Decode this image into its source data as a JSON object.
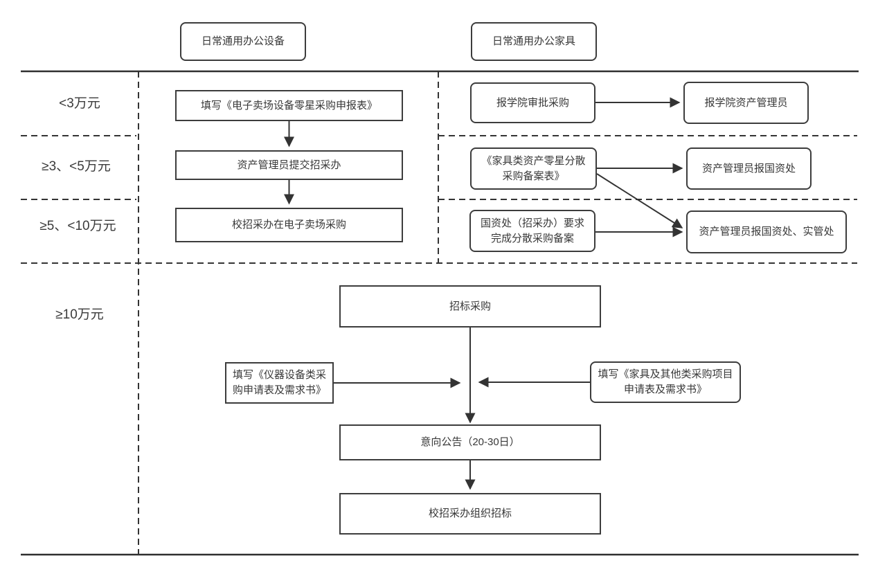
{
  "headers": {
    "equipment": "日常通用办公设备",
    "furniture": "日常通用办公家具"
  },
  "row_labels": {
    "r1": "<3万元",
    "r2": "≥3、<5万元",
    "r3": "≥5、<10万元",
    "r4": "≥10万元"
  },
  "equipment_flow": {
    "step1": "填写《电子卖场设备零星采购申报表》",
    "step2": "资产管理员提交招采办",
    "step3": "校招采办在电子卖场采购"
  },
  "furniture_flow": {
    "r1_source": "报学院审批采购",
    "r1_target": "报学院资产管理员",
    "r2_source": "《家具类资产零星分散采购备案表》",
    "r2_target": "资产管理员报国资处",
    "r3_source": "国资处（招采办）要求完成分散采购备案",
    "r3_target": "资产管理员报国资处、实管处"
  },
  "tender_flow": {
    "start": "招标采购",
    "equipment_form": "填写《仪器设备类采购申请表及需求书》",
    "furniture_form": "填写《家具及其他类采购项目申请表及需求书》",
    "announcement": "意向公告（20-30日）",
    "final": "校招采办组织招标"
  },
  "colors": {
    "line": "#333333",
    "box_border": "#3c3c3c",
    "text": "#3a3a3a",
    "background": "#ffffff"
  }
}
